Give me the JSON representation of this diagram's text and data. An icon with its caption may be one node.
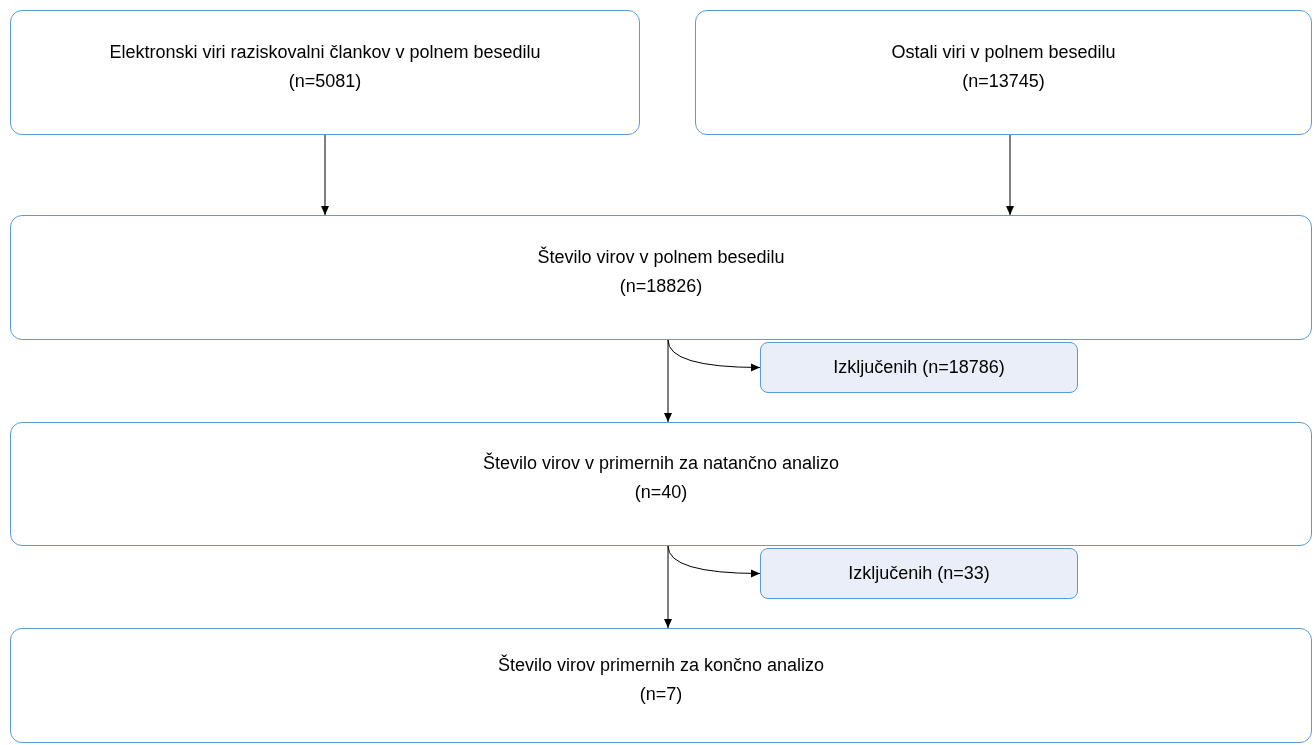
{
  "diagram": {
    "nodes": [
      {
        "text": [
          "Elektronski viri raziskovalni člankov v polnem besedilu",
          "(n=5081)"
        ]
      },
      {
        "text": [
          "Ostali viri v polnem besedilu",
          "(n=13745)"
        ]
      },
      {
        "text": [
          "Število virov v polnem besedilu",
          "(n=18826)"
        ]
      },
      {
        "text": [
          "Izključenih (n=18786)"
        ]
      },
      {
        "text": [
          "Število virov v primernih za natančno analizo",
          "(n=40)"
        ]
      },
      {
        "text": [
          "Izključenih (n=33)"
        ]
      },
      {
        "text": [
          "Število virov primernih za končno analizo",
          "(n=7)"
        ]
      }
    ],
    "edges": [
      {
        "from": 0,
        "to": 2,
        "arrow": "to"
      },
      {
        "from": 1,
        "to": 2,
        "arrow": "to"
      },
      {
        "from": 2,
        "to": 3,
        "arrow": "to"
      },
      {
        "from": 2,
        "to": 4,
        "arrow": "to"
      },
      {
        "from": 4,
        "to": 5,
        "arrow": "to"
      },
      {
        "from": 4,
        "to": 6,
        "arrow": "to"
      }
    ]
  }
}
